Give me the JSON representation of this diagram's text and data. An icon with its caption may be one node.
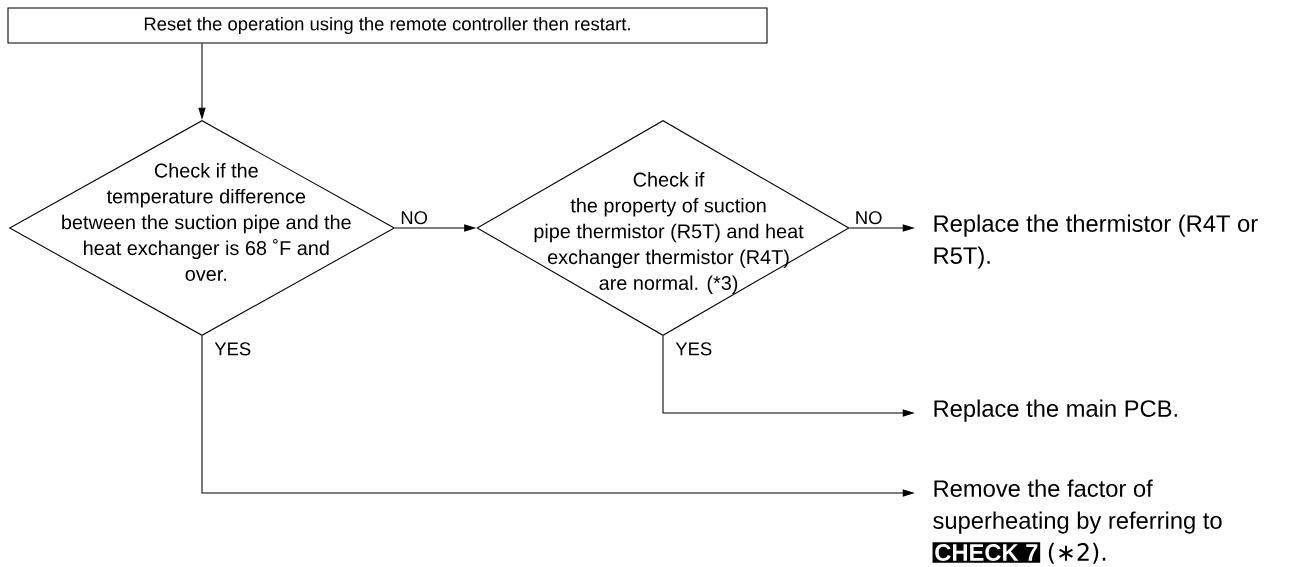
{
  "diagram": {
    "nodes": [
      {
        "text": [
          "Reset the operation using the remote controller then restart."
        ]
      },
      {
        "text": [
          "Check if the temperature difference between the suction pipe and the heat exchanger is 68 ˚F and over."
        ]
      },
      {
        "text": [
          "Check if the property of suction pipe thermistor (R5T) and heat exchanger thermistor (R4T) are normal. (*3)"
        ]
      },
      {
        "text": [
          "Replace the thermistor (R4T or R5T)."
        ]
      },
      {
        "text": [
          "Replace the main PCB."
        ]
      },
      {
        "text": [
          "Remove the factor of superheating by referring to",
          "CHECK 7",
          "(∗2)."
        ]
      }
    ],
    "edges": [
      {
        "from": 0,
        "to": 1,
        "arrow": "to"
      },
      {
        "from": 1,
        "to": 2,
        "arrow": "to",
        "label": "NO"
      },
      {
        "from": 2,
        "to": 3,
        "arrow": "to",
        "label": "NO"
      },
      {
        "from": 2,
        "to": 4,
        "arrow": "to",
        "label": "YES"
      },
      {
        "from": 1,
        "to": 5,
        "arrow": "to",
        "label": "YES"
      }
    ]
  }
}
